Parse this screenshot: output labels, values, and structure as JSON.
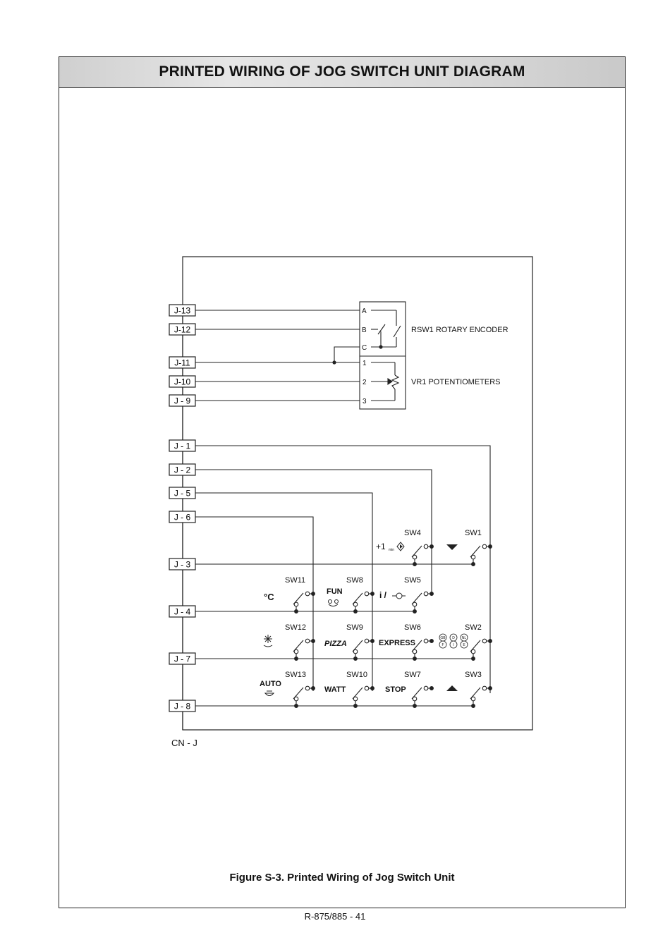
{
  "page": {
    "title": "PRINTED WIRING OF JOG SWITCH UNIT DIAGRAM",
    "caption": "Figure S-3. Printed Wiring of Jog Switch Unit",
    "footer": "R-875/885 - 41"
  },
  "diagram": {
    "connector_name": "CN - J",
    "pins": [
      "J-13",
      "J-12",
      "J-11",
      "J-10",
      "J - 9",
      "J - 1",
      "J - 2",
      "J - 5",
      "J - 6",
      "J - 3",
      "J - 4",
      "J - 7",
      "J - 8"
    ],
    "encoder_terminals": [
      "A",
      "B",
      "C"
    ],
    "pot_terminals": [
      "1",
      "2",
      "3"
    ],
    "encoder_label": "RSW1 ROTARY ENCODER",
    "pot_label": "VR1 POTENTIOMETERS",
    "switches": [
      "SW4",
      "SW1",
      "SW11",
      "SW8",
      "SW5",
      "SW12",
      "SW9",
      "SW6",
      "SW2",
      "SW13",
      "SW10",
      "SW7",
      "SW3"
    ],
    "key_labels": {
      "plus1min": "+1",
      "plus1min_sub": "min",
      "celsius": "°C",
      "fun": "FUN",
      "info": "i /",
      "pizza": "PIZZA",
      "express": "EXPRESS",
      "auto": "AUTO",
      "watt": "WATT",
      "stop": "STOP",
      "lang_row1": [
        "GB",
        "D",
        "NL"
      ],
      "lang_row2": [
        "F",
        "I",
        "E"
      ]
    },
    "icons": [
      "start-icon",
      "down-arrow-icon",
      "up-arrow-icon",
      "defrost-icon",
      "fan-icon",
      "clock-icon",
      "bowl-icon"
    ]
  }
}
